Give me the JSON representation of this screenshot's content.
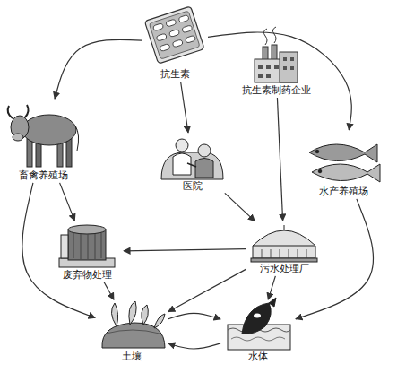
{
  "diagram": {
    "nodes": [
      {
        "text": [
          "抗生素"
        ]
      },
      {
        "text": [
          "抗生素制药企业"
        ]
      },
      {
        "text": [
          "畜禽养殖场"
        ]
      },
      {
        "text": [
          "医院"
        ]
      },
      {
        "text": [
          "水产养殖场"
        ]
      },
      {
        "text": [
          "废弃物处理"
        ]
      },
      {
        "text": [
          "污水处理厂"
        ]
      },
      {
        "text": [
          "土壤"
        ]
      },
      {
        "text": [
          "水体"
        ]
      }
    ],
    "edges": [
      {
        "from": 0,
        "to": 2,
        "arrow": "to"
      },
      {
        "from": 0,
        "to": 4,
        "arrow": "to"
      },
      {
        "from": 0,
        "to": 3,
        "arrow": "to"
      },
      {
        "from": 1,
        "to": 6,
        "arrow": "to"
      },
      {
        "from": 2,
        "to": 5,
        "arrow": "to"
      },
      {
        "from": 2,
        "to": 7,
        "arrow": "to"
      },
      {
        "from": 3,
        "to": 6,
        "arrow": "to"
      },
      {
        "from": 6,
        "to": 5,
        "arrow": "to"
      },
      {
        "from": 5,
        "to": 7,
        "arrow": "to"
      },
      {
        "from": 6,
        "to": 7,
        "arrow": "to"
      },
      {
        "from": 6,
        "to": 8,
        "arrow": "to"
      },
      {
        "from": 4,
        "to": 8,
        "arrow": "to"
      },
      {
        "from": 7,
        "to": 8,
        "arrow": "to"
      },
      {
        "from": 8,
        "to": 7,
        "arrow": "to"
      }
    ]
  }
}
